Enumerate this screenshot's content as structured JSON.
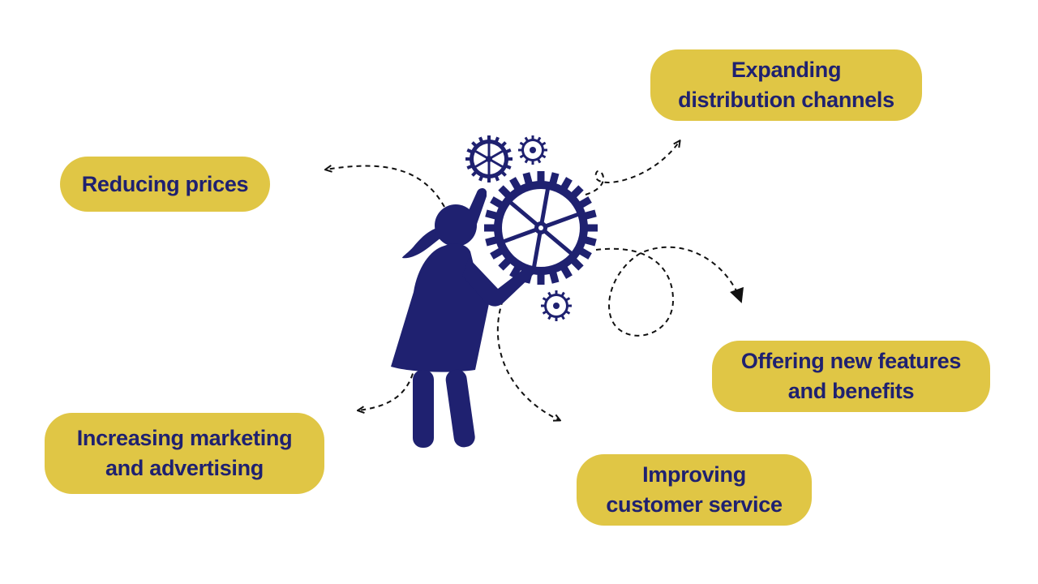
{
  "colors": {
    "pill_background": "#e0c645",
    "text": "#1f2170",
    "figure": "#1f2170",
    "arrow": "#111111",
    "background": "#ffffff"
  },
  "icons": [
    "woman-figure-icon",
    "large-gear-icon",
    "small-gear-icon",
    "dashed-arrow-icon"
  ],
  "labels": {
    "reducing_prices": {
      "line1": "Reducing prices"
    },
    "expanding_distribution": {
      "line1": "Expanding",
      "line2": "distribution channels"
    },
    "increasing_marketing": {
      "line1": "Increasing marketing",
      "line2": "and advertising"
    },
    "offering_features": {
      "line1": "Offering new features",
      "line2": "and benefits"
    },
    "improving_service": {
      "line1": "Improving",
      "line2": "customer service"
    }
  }
}
